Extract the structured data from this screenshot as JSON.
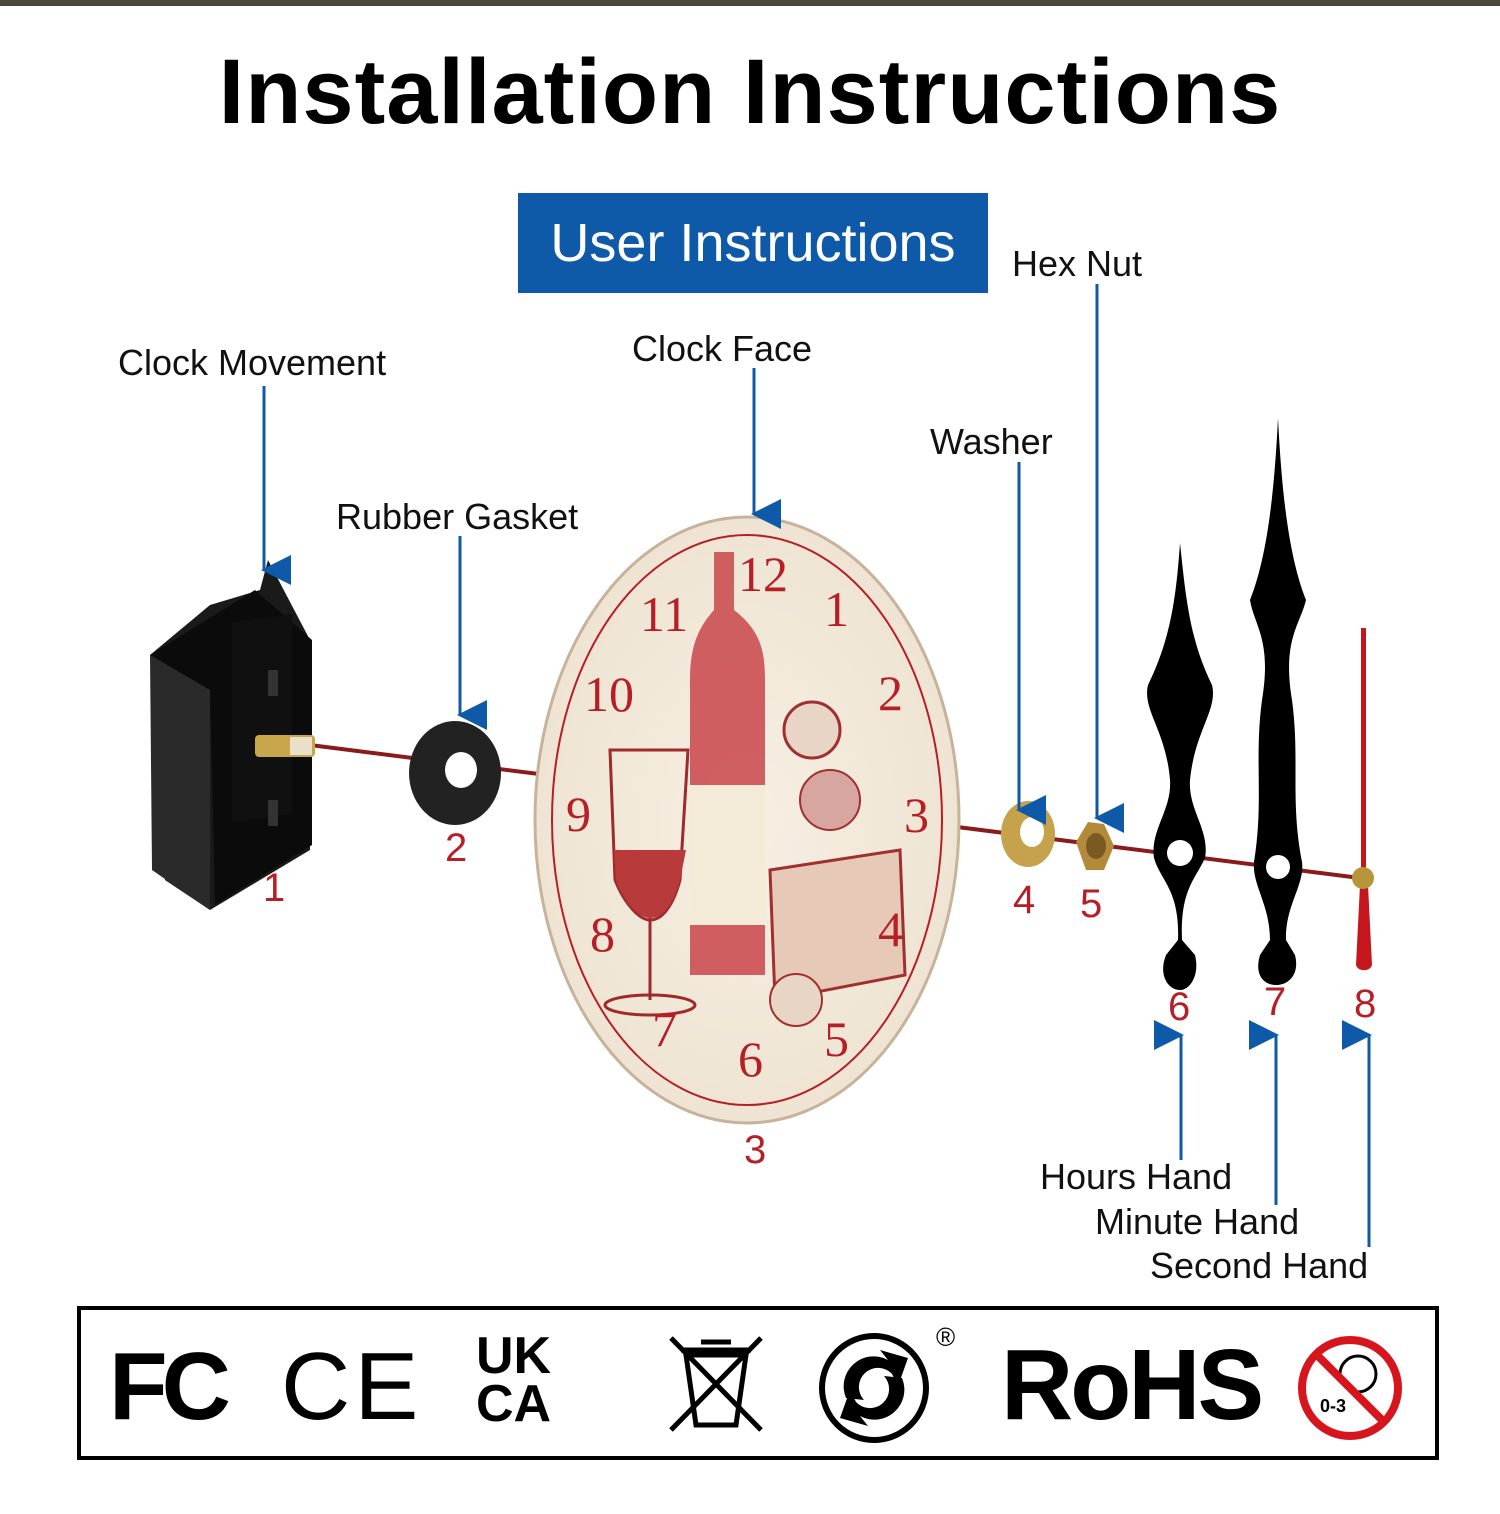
{
  "title": "Installation Instructions",
  "subtitle": "User Instructions",
  "parts": [
    {
      "label": "Clock Movement",
      "number": "1"
    },
    {
      "label": "Rubber Gasket",
      "number": "2"
    },
    {
      "label": "Clock Face",
      "number": "3"
    },
    {
      "label": "Washer",
      "number": "4"
    },
    {
      "label": "Hex Nut",
      "number": "5"
    },
    {
      "label": "Hours Hand",
      "number": "6"
    },
    {
      "label": "Minute Hand",
      "number": "7"
    },
    {
      "label": "Second Hand",
      "number": "8"
    }
  ],
  "clock_numerals": [
    "12",
    "1",
    "2",
    "3",
    "4",
    "5",
    "6",
    "7",
    "8",
    "9",
    "10",
    "11"
  ],
  "certifications": {
    "fcc": "FC",
    "ce": "CE",
    "ukca_top": "UK",
    "ukca_bottom": "CA",
    "rohs": "RoHS",
    "registered": "®",
    "age_warning": "0-3"
  },
  "colors": {
    "accent_blue": "#0f5aa8",
    "red": "#b51f25",
    "axis_line": "#8b1a1a"
  },
  "icons": [
    "weee-bin-icon",
    "green-dot-icon",
    "no-children-icon"
  ]
}
